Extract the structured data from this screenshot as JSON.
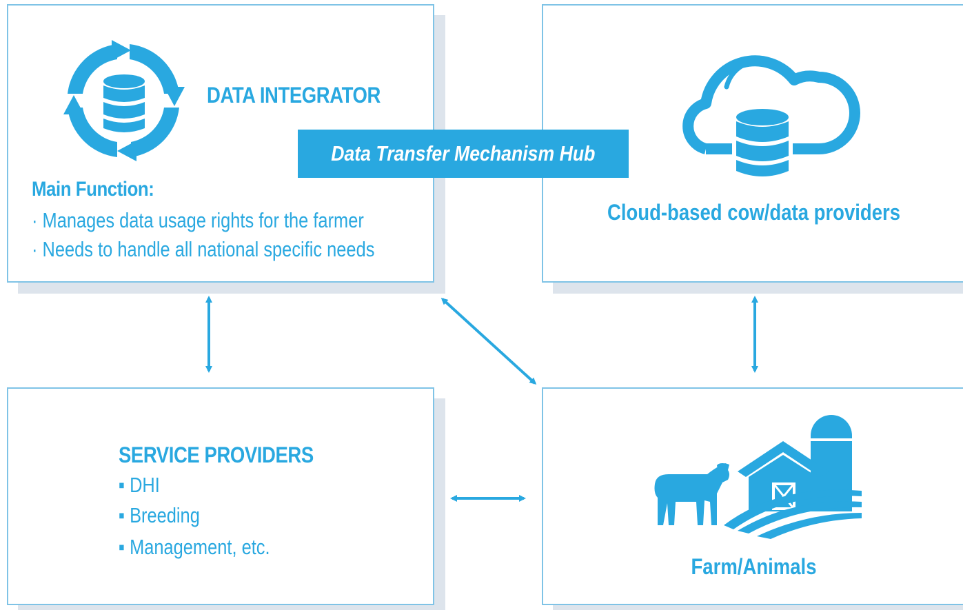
{
  "hub": {
    "label": "Data Transfer Mechanism Hub"
  },
  "data_integrator": {
    "title": "DATA INTEGRATOR",
    "main_function_label": "Main Function:",
    "bullets": [
      "· Manages data usage rights for the farmer",
      "· Needs to handle all national specific needs"
    ],
    "icon": "database-sync-icon"
  },
  "cloud_providers": {
    "title": "Cloud-based cow/data providers",
    "icon": "cloud-database-icon"
  },
  "service_providers": {
    "title": "SERVICE PROVIDERS",
    "items": [
      "▪ DHI",
      "▪ Breeding",
      "▪ Management, etc."
    ]
  },
  "farm": {
    "title": "Farm/Animals",
    "icon": "farm-cow-icon"
  },
  "colors": {
    "accent": "#29a8e0",
    "border": "#7fc3e6",
    "shadow": "#dde4ec"
  }
}
